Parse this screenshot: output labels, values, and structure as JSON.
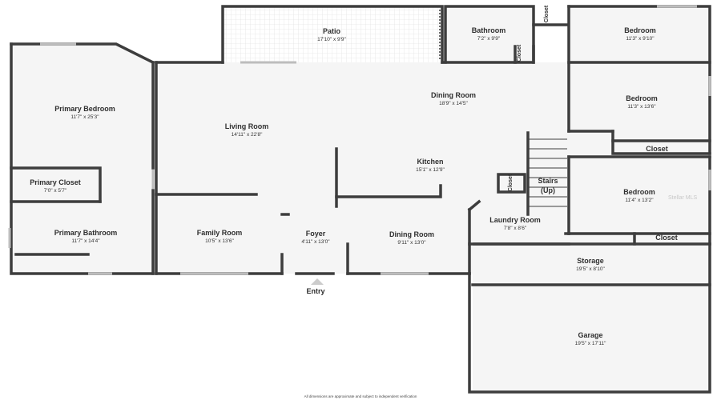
{
  "rooms": {
    "patio": {
      "name": "Patio",
      "dims": "17'10\" x 9'9\""
    },
    "bathroom": {
      "name": "Bathroom",
      "dims": "7'2\" x 9'9\""
    },
    "bedroom_top": {
      "name": "Bedroom",
      "dims": "11'3\" x 9'10\""
    },
    "bedroom_mid": {
      "name": "Bedroom",
      "dims": "11'3\" x 13'6\""
    },
    "bedroom_low": {
      "name": "Bedroom",
      "dims": "11'4\" x 13'2\""
    },
    "dining_top": {
      "name": "Dining Room",
      "dims": "18'9\" x 14'5\""
    },
    "living": {
      "name": "Living Room",
      "dims": "14'11\" x 22'8\""
    },
    "primary_bedroom": {
      "name": "Primary Bedroom",
      "dims": "11'7\" x 25'3\""
    },
    "primary_closet": {
      "name": "Primary Closet",
      "dims": "7'0\" x 5'7\""
    },
    "primary_bathroom": {
      "name": "Primary Bathroom",
      "dims": "11'7\" x 14'4\""
    },
    "kitchen": {
      "name": "Kitchen",
      "dims": "15'1\" x 12'9\""
    },
    "family": {
      "name": "Family Room",
      "dims": "10'5\" x 13'6\""
    },
    "foyer": {
      "name": "Foyer",
      "dims": "4'11\" x 13'0\""
    },
    "dining_low": {
      "name": "Dining Room",
      "dims": "9'11\" x 13'0\""
    },
    "laundry": {
      "name": "Laundry Room",
      "dims": "7'8\" x 8'6\""
    },
    "storage": {
      "name": "Storage",
      "dims": "19'5\" x 8'10\""
    },
    "garage": {
      "name": "Garage",
      "dims": "19'5\" x 17'11\""
    }
  },
  "labels": {
    "closet": "Closet",
    "stairs_line1": "Stairs",
    "stairs_line2": "(Up)",
    "entry": "Entry",
    "disclaimer": "All dimensions are approximate and subject to independent verification",
    "watermark": "Stellar MLS"
  },
  "colors": {
    "wall": "#3d3d3d",
    "floor": "#f5f5f5",
    "patio_grid": "#d9d9d9"
  }
}
